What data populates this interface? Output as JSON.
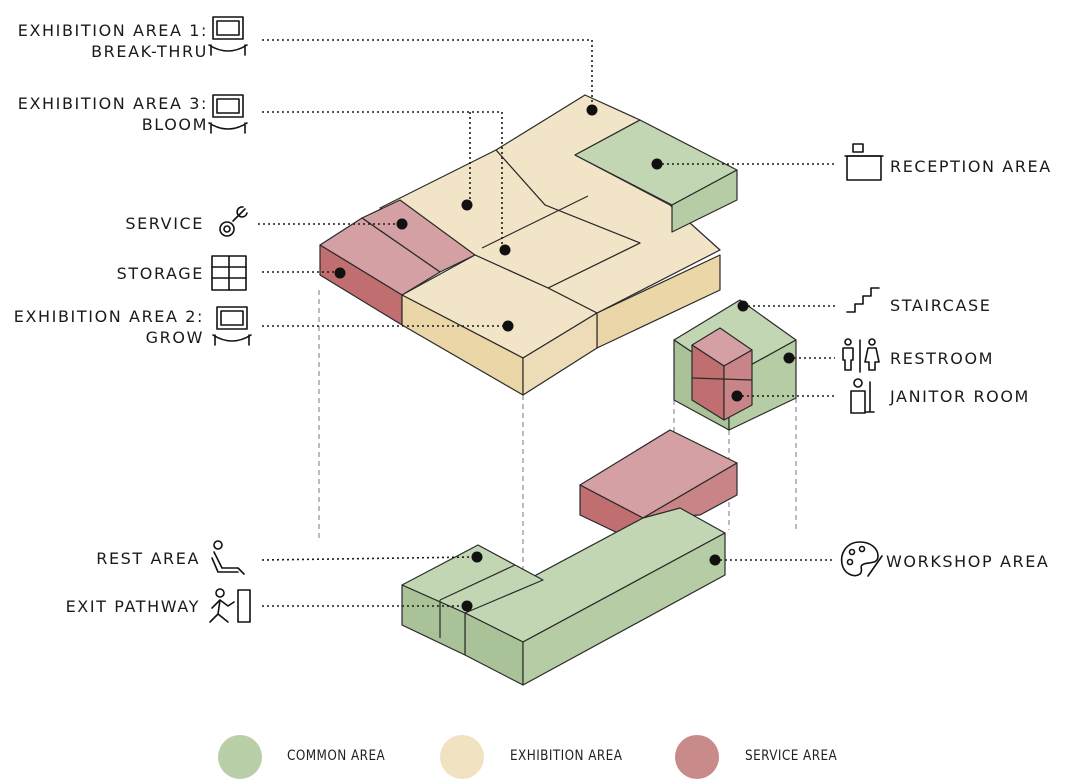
{
  "colors": {
    "common": "#b9cfa8",
    "exhibition": "#f1e2c2",
    "service": "#c98a8a",
    "line": "#1a1a1a"
  },
  "labels": {
    "exhibition_area_1": [
      "EXHIBITION AREA 1:",
      "BREAK-THRU"
    ],
    "exhibition_area_3": [
      "EXHIBITION AREA 3:",
      "BLOOM"
    ],
    "service": "SERVICE",
    "storage": "STORAGE",
    "exhibition_area_2": [
      "EXHIBITION AREA 2:",
      "GROW"
    ],
    "reception_area": "RECEPTION AREA",
    "staircase": "STAIRCASE",
    "restroom": "RESTROOM",
    "janitor_room": "JANITOR ROOM",
    "rest_area": "REST AREA",
    "exit_pathway": "EXIT PATHWAY",
    "workshop_area": "WORKSHOP AREA"
  },
  "icons": {
    "exhibition": "framed-artwork-icon",
    "service": "wrench-gear-icon",
    "storage": "shelving-icon",
    "reception": "reception-desk-icon",
    "staircase": "staircase-icon",
    "restroom": "restroom-icon",
    "janitor": "janitor-icon",
    "rest": "recliner-icon",
    "exit": "exit-icon",
    "workshop": "palette-icon"
  },
  "legend": [
    {
      "label": "COMMON AREA",
      "color": "#b9cfa8"
    },
    {
      "label": "EXHIBITION AREA",
      "color": "#f1e2c2"
    },
    {
      "label": "SERVICE AREA",
      "color": "#c98a8a"
    }
  ]
}
